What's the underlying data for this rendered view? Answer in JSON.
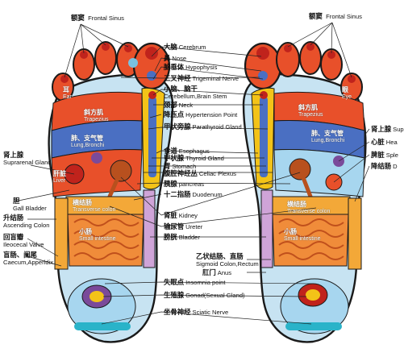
{
  "labels": {
    "frontal_sinus_left": {
      "zh": "额窦",
      "en": "Frontal Sinus"
    },
    "frontal_sinus_right": {
      "zh": "额窦",
      "en": "Frontal Sinus"
    },
    "cerebrum": {
      "zh": "大脑",
      "en": "Cerebrum"
    },
    "nose": {
      "zh": "鼻",
      "en": "Nose"
    },
    "hypophysis": {
      "zh": "脑垂体",
      "en": "Hypophysis"
    },
    "trigeminal": {
      "zh": "三叉神经",
      "en": "Trigeminal Nerve"
    },
    "cerebellum": {
      "zh": "小脑、脑干",
      "en": "Cerebellum,Brain Stem"
    },
    "neck": {
      "zh": "颈部",
      "en": "Neck"
    },
    "hypertension": {
      "zh": "降压点",
      "en": "Hypertension Point"
    },
    "parathyroid": {
      "zh": "甲状旁腺",
      "en": "Parathyroid Gland"
    },
    "esophagus": {
      "zh": "食道",
      "en": "Esophagus"
    },
    "thyroid": {
      "zh": "甲状腺",
      "en": "Thyroid Gland"
    },
    "stomach": {
      "zh": "胃",
      "en": "Stomach"
    },
    "celiac": {
      "zh": "腹腔神经丛",
      "en": "Celiac Plexus"
    },
    "pancreas": {
      "zh": "胰腺",
      "en": "pancreas"
    },
    "duodenum": {
      "zh": "十二指肠",
      "en": "Duodenum"
    },
    "kidney": {
      "zh": "肾脏",
      "en": "Kidney"
    },
    "ureter": {
      "zh": "输尿管",
      "en": "Ureter"
    },
    "bladder": {
      "zh": "膀胱",
      "en": "Bladder"
    },
    "sigmoid": {
      "zh": "乙状结肠、直肠",
      "en": "Sigmoid Colon,Rectum"
    },
    "anus": {
      "zh": "肛门",
      "en": "Anus"
    },
    "insomnia": {
      "zh": "失眠点",
      "en": "Insomnia  point"
    },
    "gonad": {
      "zh": "生殖腺",
      "en": "Gonad(Sexual Gland)"
    },
    "sciatic": {
      "zh": "坐骨神经",
      "en": "Sciatic  Nerve"
    },
    "suprarenal": {
      "zh": "肾上腺",
      "en": "Suprarenal Gland"
    },
    "gall_bladder": {
      "zh": "胆",
      "en": "Gall Bladder"
    },
    "ascending_colon": {
      "zh": "升结肠",
      "en": "Ascending Colon"
    },
    "ileocecal": {
      "zh": "回盲瓣",
      "en": "Ileocecal Valve"
    },
    "caecum": {
      "zh": "盲肠、阑尾",
      "en": "Caecum,Apperldix"
    },
    "suprarenal_right": {
      "zh": "肾上腺",
      "en": "Sup"
    },
    "heart": {
      "zh": "心脏",
      "en": "Hea"
    },
    "spleen": {
      "zh": "脾脏",
      "en": "Sple"
    },
    "descending": {
      "zh": "降结肠",
      "en": "D"
    }
  },
  "inside": {
    "ear_l": "耳",
    "ear_l_en": "Ear",
    "eye_r": "眼",
    "eye_r_en": "Eye",
    "trapezius_l": "斜方肌",
    "trapezius_l_en": "Trapezius",
    "trapezius_r": "斜方肌",
    "trapezius_r_en": "Trapezius",
    "lung_l": "肺、支气管",
    "lung_l_en": "Lung,Bronchi",
    "lung_r": "肺、支气管",
    "lung_r_en": "Lung,Bronchi",
    "liver": "肝脏",
    "liver_en": "Liver",
    "transverse_l": "横结肠",
    "transverse_l_en": "Transverse colon",
    "transverse_r": "横结肠",
    "transverse_r_en": "Transverse colon",
    "small_l": "小肠",
    "small_l_en": "Small intestine",
    "small_r": "小肠",
    "small_r_en": "Small intestine"
  },
  "colors": {
    "outline": "#1a1a1a",
    "orange": "#e8502a",
    "red": "#c0231c",
    "yellow": "#f3c318",
    "blue": "#4a6fc2",
    "lightblue": "#a7d6ef",
    "cyan": "#2ab3c9",
    "purple": "#7a4a9a"
  }
}
